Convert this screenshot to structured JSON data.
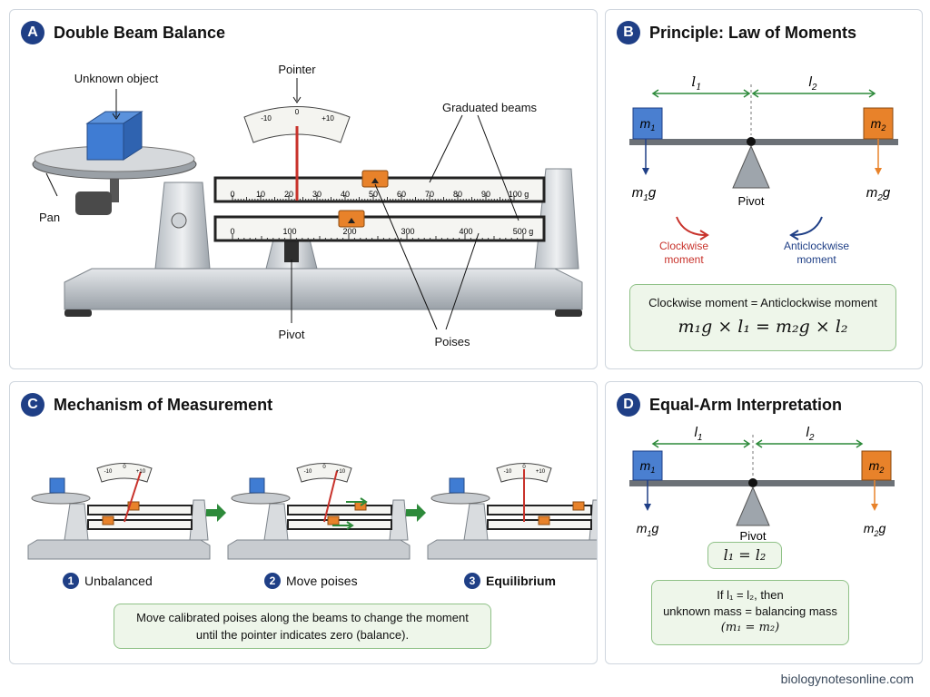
{
  "panel_a": {
    "badge": "A",
    "title": "Double Beam Balance",
    "labels": {
      "unknown_object": "Unknown object",
      "pointer": "Pointer",
      "graduated_beams": "Graduated beams",
      "pan": "Pan",
      "pivot": "Pivot",
      "poises": "Poises"
    },
    "dial_ticks": [
      "-10",
      "0",
      "+10"
    ],
    "top_beam_ticks": [
      "0",
      "10",
      "20",
      "30",
      "40",
      "50",
      "60",
      "70",
      "80",
      "90",
      "100 g"
    ],
    "bottom_beam_ticks": [
      "0",
      "100",
      "200",
      "300",
      "400",
      "500 g"
    ]
  },
  "panel_b": {
    "badge": "B",
    "title": "Principle: Law of Moments",
    "l1": "l",
    "l1_sub": "1",
    "l2": "l",
    "l2_sub": "2",
    "m1": "m",
    "m1_sub": "1",
    "m2": "m",
    "m2_sub": "2",
    "m1g": "m",
    "m1g_sub": "1",
    "m1g_tail": "g",
    "m2g": "m",
    "m2g_sub": "2",
    "m2g_tail": "g",
    "pivot": "Pivot",
    "clockwise": "Clockwise",
    "clockwise2": "moment",
    "anticlockwise": "Anticlockwise",
    "anticlockwise2": "moment",
    "eq_text": "Clockwise moment = Anticlockwise moment",
    "formula": "m₁g × l₁ = m₂g × l₂"
  },
  "panel_c": {
    "badge": "C",
    "title": "Mechanism of Measurement",
    "dial_ticks": [
      "-10",
      "0",
      "+10"
    ],
    "steps": [
      {
        "num": "1",
        "label": "Unbalanced"
      },
      {
        "num": "2",
        "label": "Move poises"
      },
      {
        "num": "3",
        "label": "Equilibrium"
      }
    ],
    "note_line1": "Move calibrated poises along the beams to change the moment",
    "note_line2": "until the pointer indicates zero (balance)."
  },
  "panel_d": {
    "badge": "D",
    "title": "Equal-Arm Interpretation",
    "l1": "l",
    "l1_sub": "1",
    "l2": "l",
    "l2_sub": "2",
    "m1": "m",
    "m1_sub": "1",
    "m2": "m",
    "m2_sub": "2",
    "m1g": "m",
    "m1g_sub": "1",
    "m1g_tail": "g",
    "m2g": "m",
    "m2g_sub": "2",
    "m2g_tail": "g",
    "pivot": "Pivot",
    "equal": "l₁ = l₂",
    "if_line": "If l₁ = l₂, then",
    "mass_line": "unknown mass = balancing mass",
    "mass_eq": "(m₁ = m₂)"
  },
  "footer": "biologynotesonline.com",
  "colors": {
    "navy": "#1f3f86",
    "blue_mass": "#4a7fd0",
    "orange_mass": "#e8822a",
    "green": "#2d8a3a",
    "red": "#c8322b"
  }
}
